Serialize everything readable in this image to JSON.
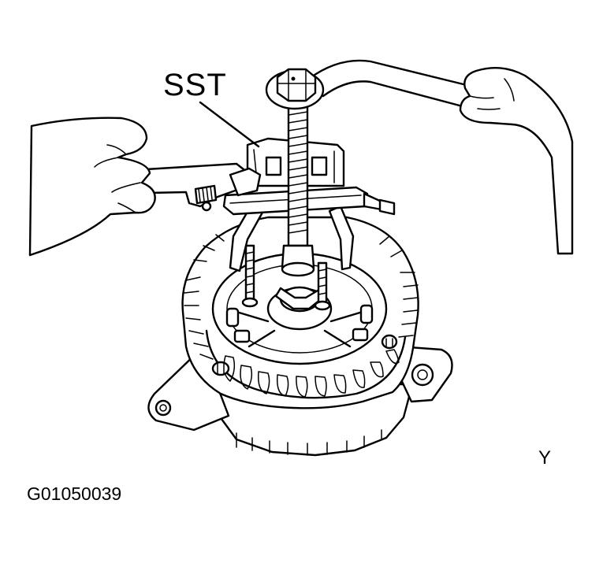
{
  "diagram": {
    "callout_label": "SST",
    "view_marker": "Y",
    "figure_id": "G01050039",
    "parts": [
      "alternator-body",
      "puller-tool",
      "adjustable-wrench",
      "box-wrench",
      "left-hand",
      "right-hand",
      "center-bolt"
    ]
  }
}
